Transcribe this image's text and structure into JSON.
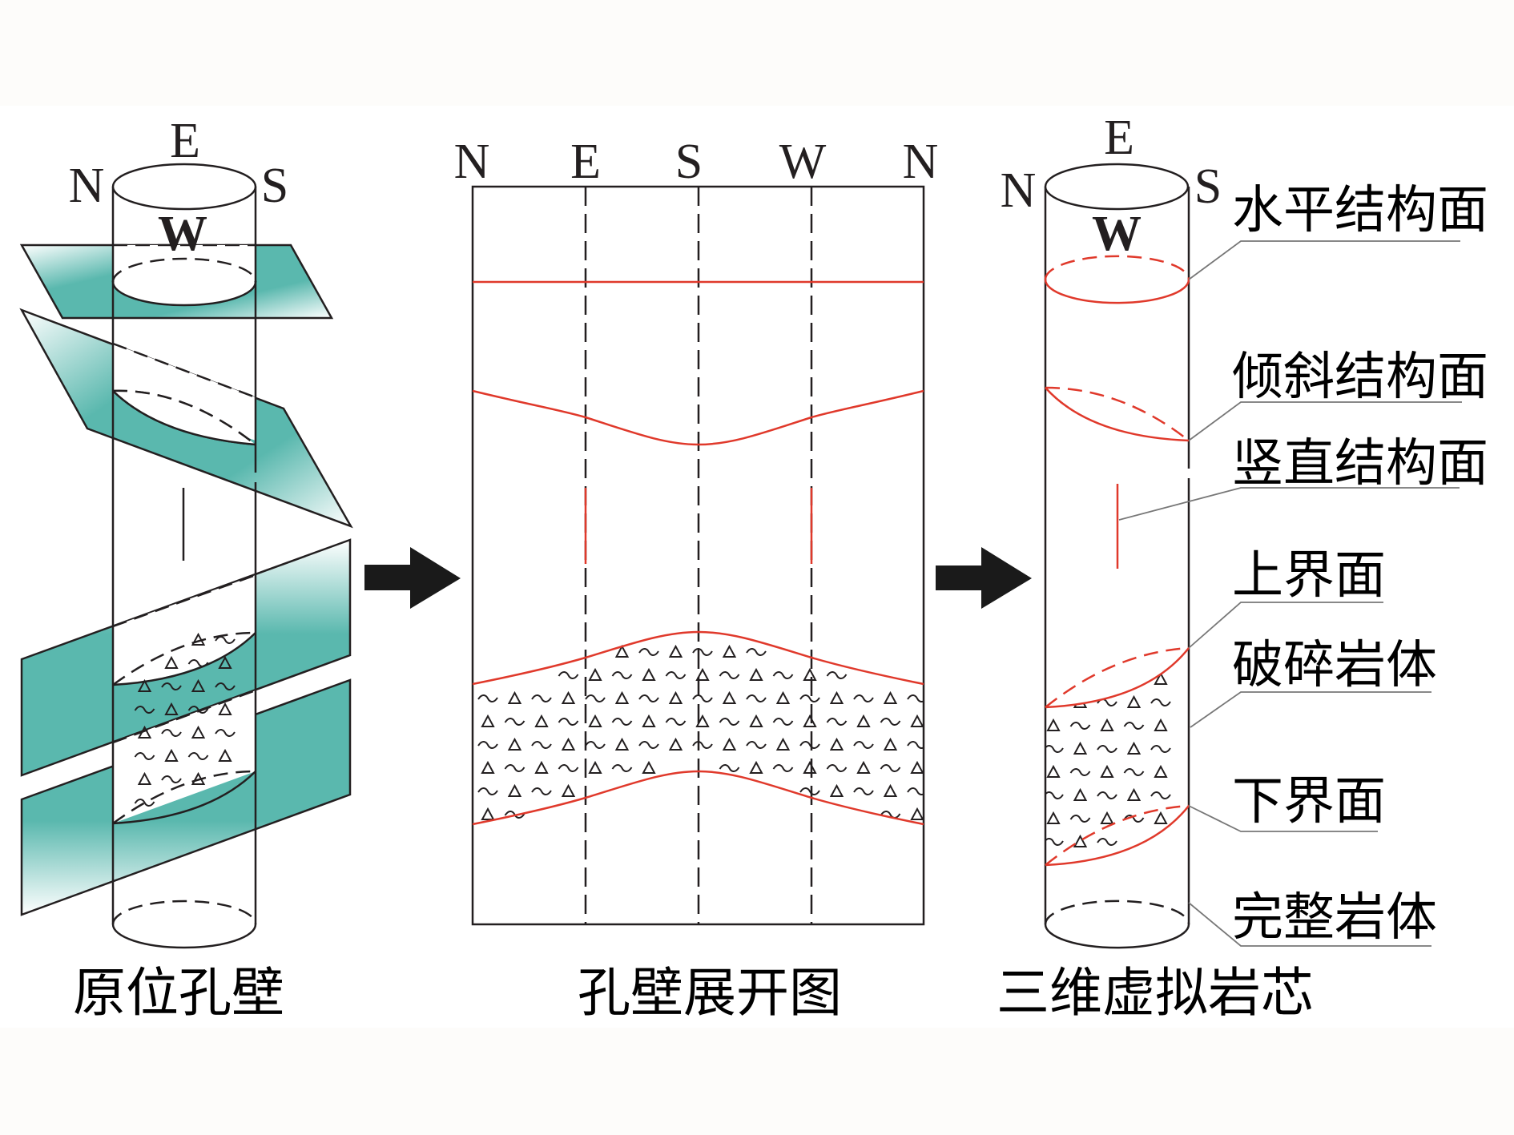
{
  "colors": {
    "line": "#231f20",
    "red": "#e0392b",
    "teal": "#5ab8ae",
    "leader": "#777777",
    "band": "#fdfcfa",
    "panel": "#ffffff"
  },
  "panels": {
    "in_situ": {
      "caption": "原位孔壁",
      "compass": {
        "n": "N",
        "e": "E",
        "s": "S",
        "w": "W"
      }
    },
    "unrolled": {
      "caption": "孔壁展开图",
      "azimuth_labels": [
        "N",
        "E",
        "S",
        "W",
        "N"
      ]
    },
    "virtual_core": {
      "caption": "三维虚拟岩芯",
      "compass": {
        "n": "N",
        "e": "E",
        "s": "S",
        "w": "W"
      }
    }
  },
  "legend": [
    {
      "label": "水平结构面",
      "type": "horizontal-structure"
    },
    {
      "label": "倾斜结构面",
      "type": "inclined-structure"
    },
    {
      "label": "竖直结构面",
      "type": "vertical-structure"
    },
    {
      "label": "上界面",
      "type": "upper-boundary"
    },
    {
      "label": "破碎岩体",
      "type": "fractured-rock"
    },
    {
      "label": "下界面",
      "type": "lower-boundary"
    },
    {
      "label": "完整岩体",
      "type": "intact-rock"
    }
  ],
  "arrows": [
    {
      "from": "in_situ",
      "to": "unrolled"
    },
    {
      "from": "unrolled",
      "to": "virtual_core"
    }
  ]
}
